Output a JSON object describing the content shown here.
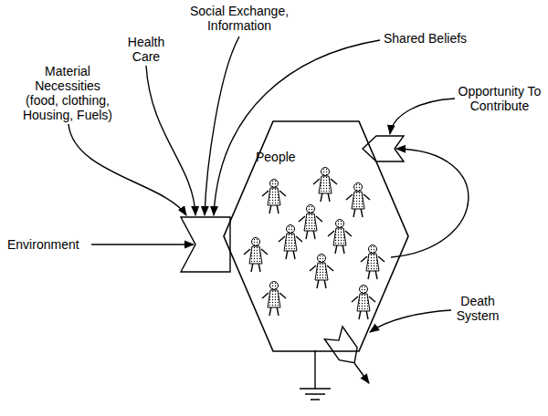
{
  "diagram": {
    "nodes": [
      {
        "text": [
          "People"
        ]
      }
    ],
    "labels": [
      "Material Necessities (food, clothing, Housing, Fuels)",
      "Health Care",
      "Social Exchange, Information",
      "Shared Beliefs",
      "Opportunity To Contribute",
      "Environment",
      "Death System"
    ]
  }
}
